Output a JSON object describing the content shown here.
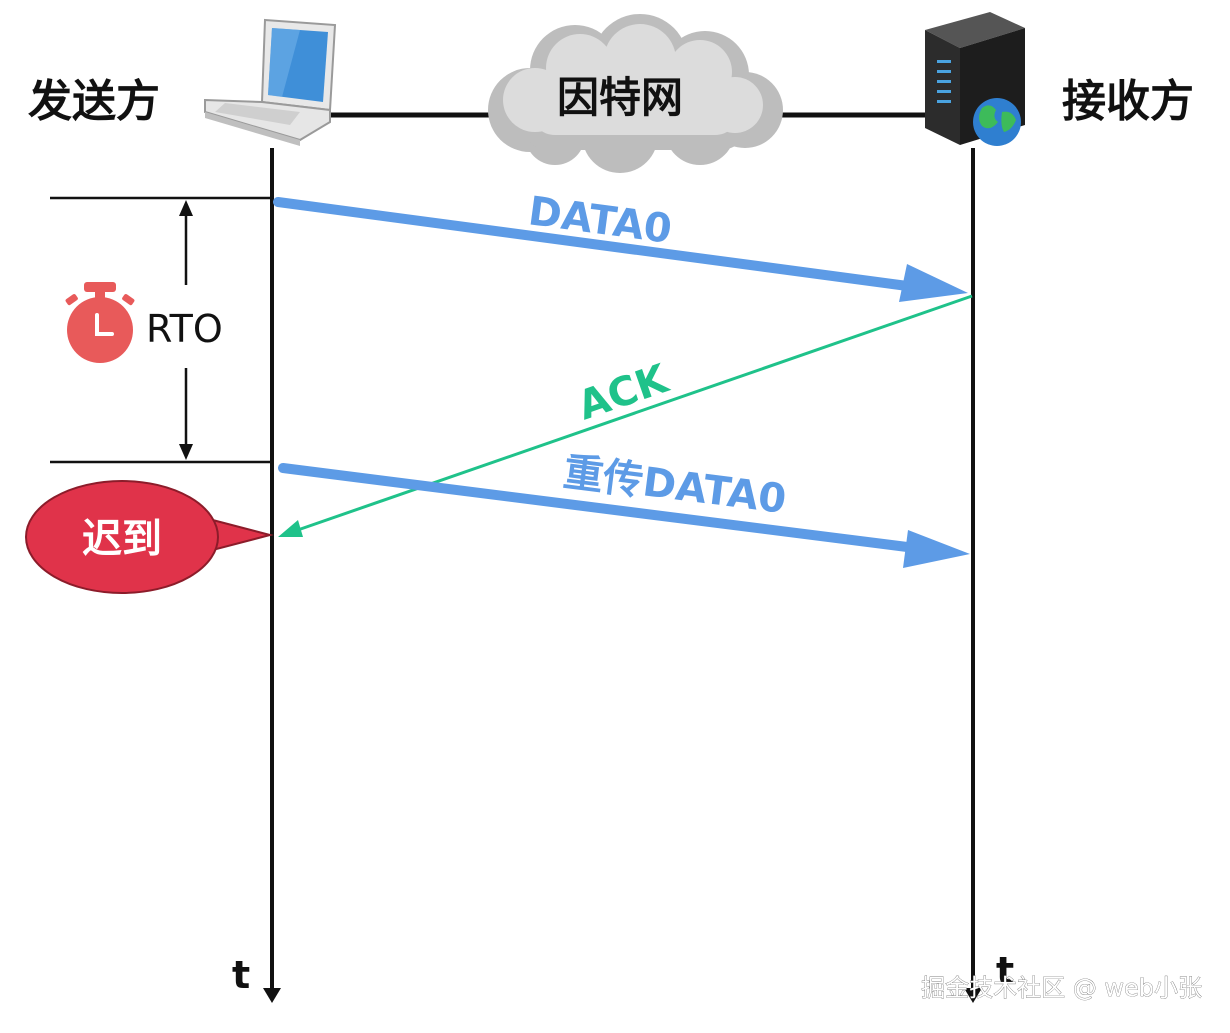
{
  "sender": {
    "label": "发送方",
    "icon": "laptop-icon"
  },
  "receiver": {
    "label": "接收方",
    "icon": "server-globe-icon"
  },
  "network": {
    "label": "因特网",
    "icon": "cloud-icon"
  },
  "messages": {
    "data0": "DATA0",
    "ack": "ACK",
    "retransmit": "重传DATA0"
  },
  "timer": {
    "label": "RTO",
    "icon": "stopwatch-icon"
  },
  "late_bubble": {
    "label": "迟到"
  },
  "time_axis": {
    "sender_label": "t",
    "receiver_label": "t"
  },
  "watermark": "掘金技术社区 @ web小张",
  "colors": {
    "data_arrow": "#5d9be6",
    "ack_arrow": "#1fc28a",
    "late_bubble": "#e0334a",
    "stopwatch": "#e85a5a"
  }
}
